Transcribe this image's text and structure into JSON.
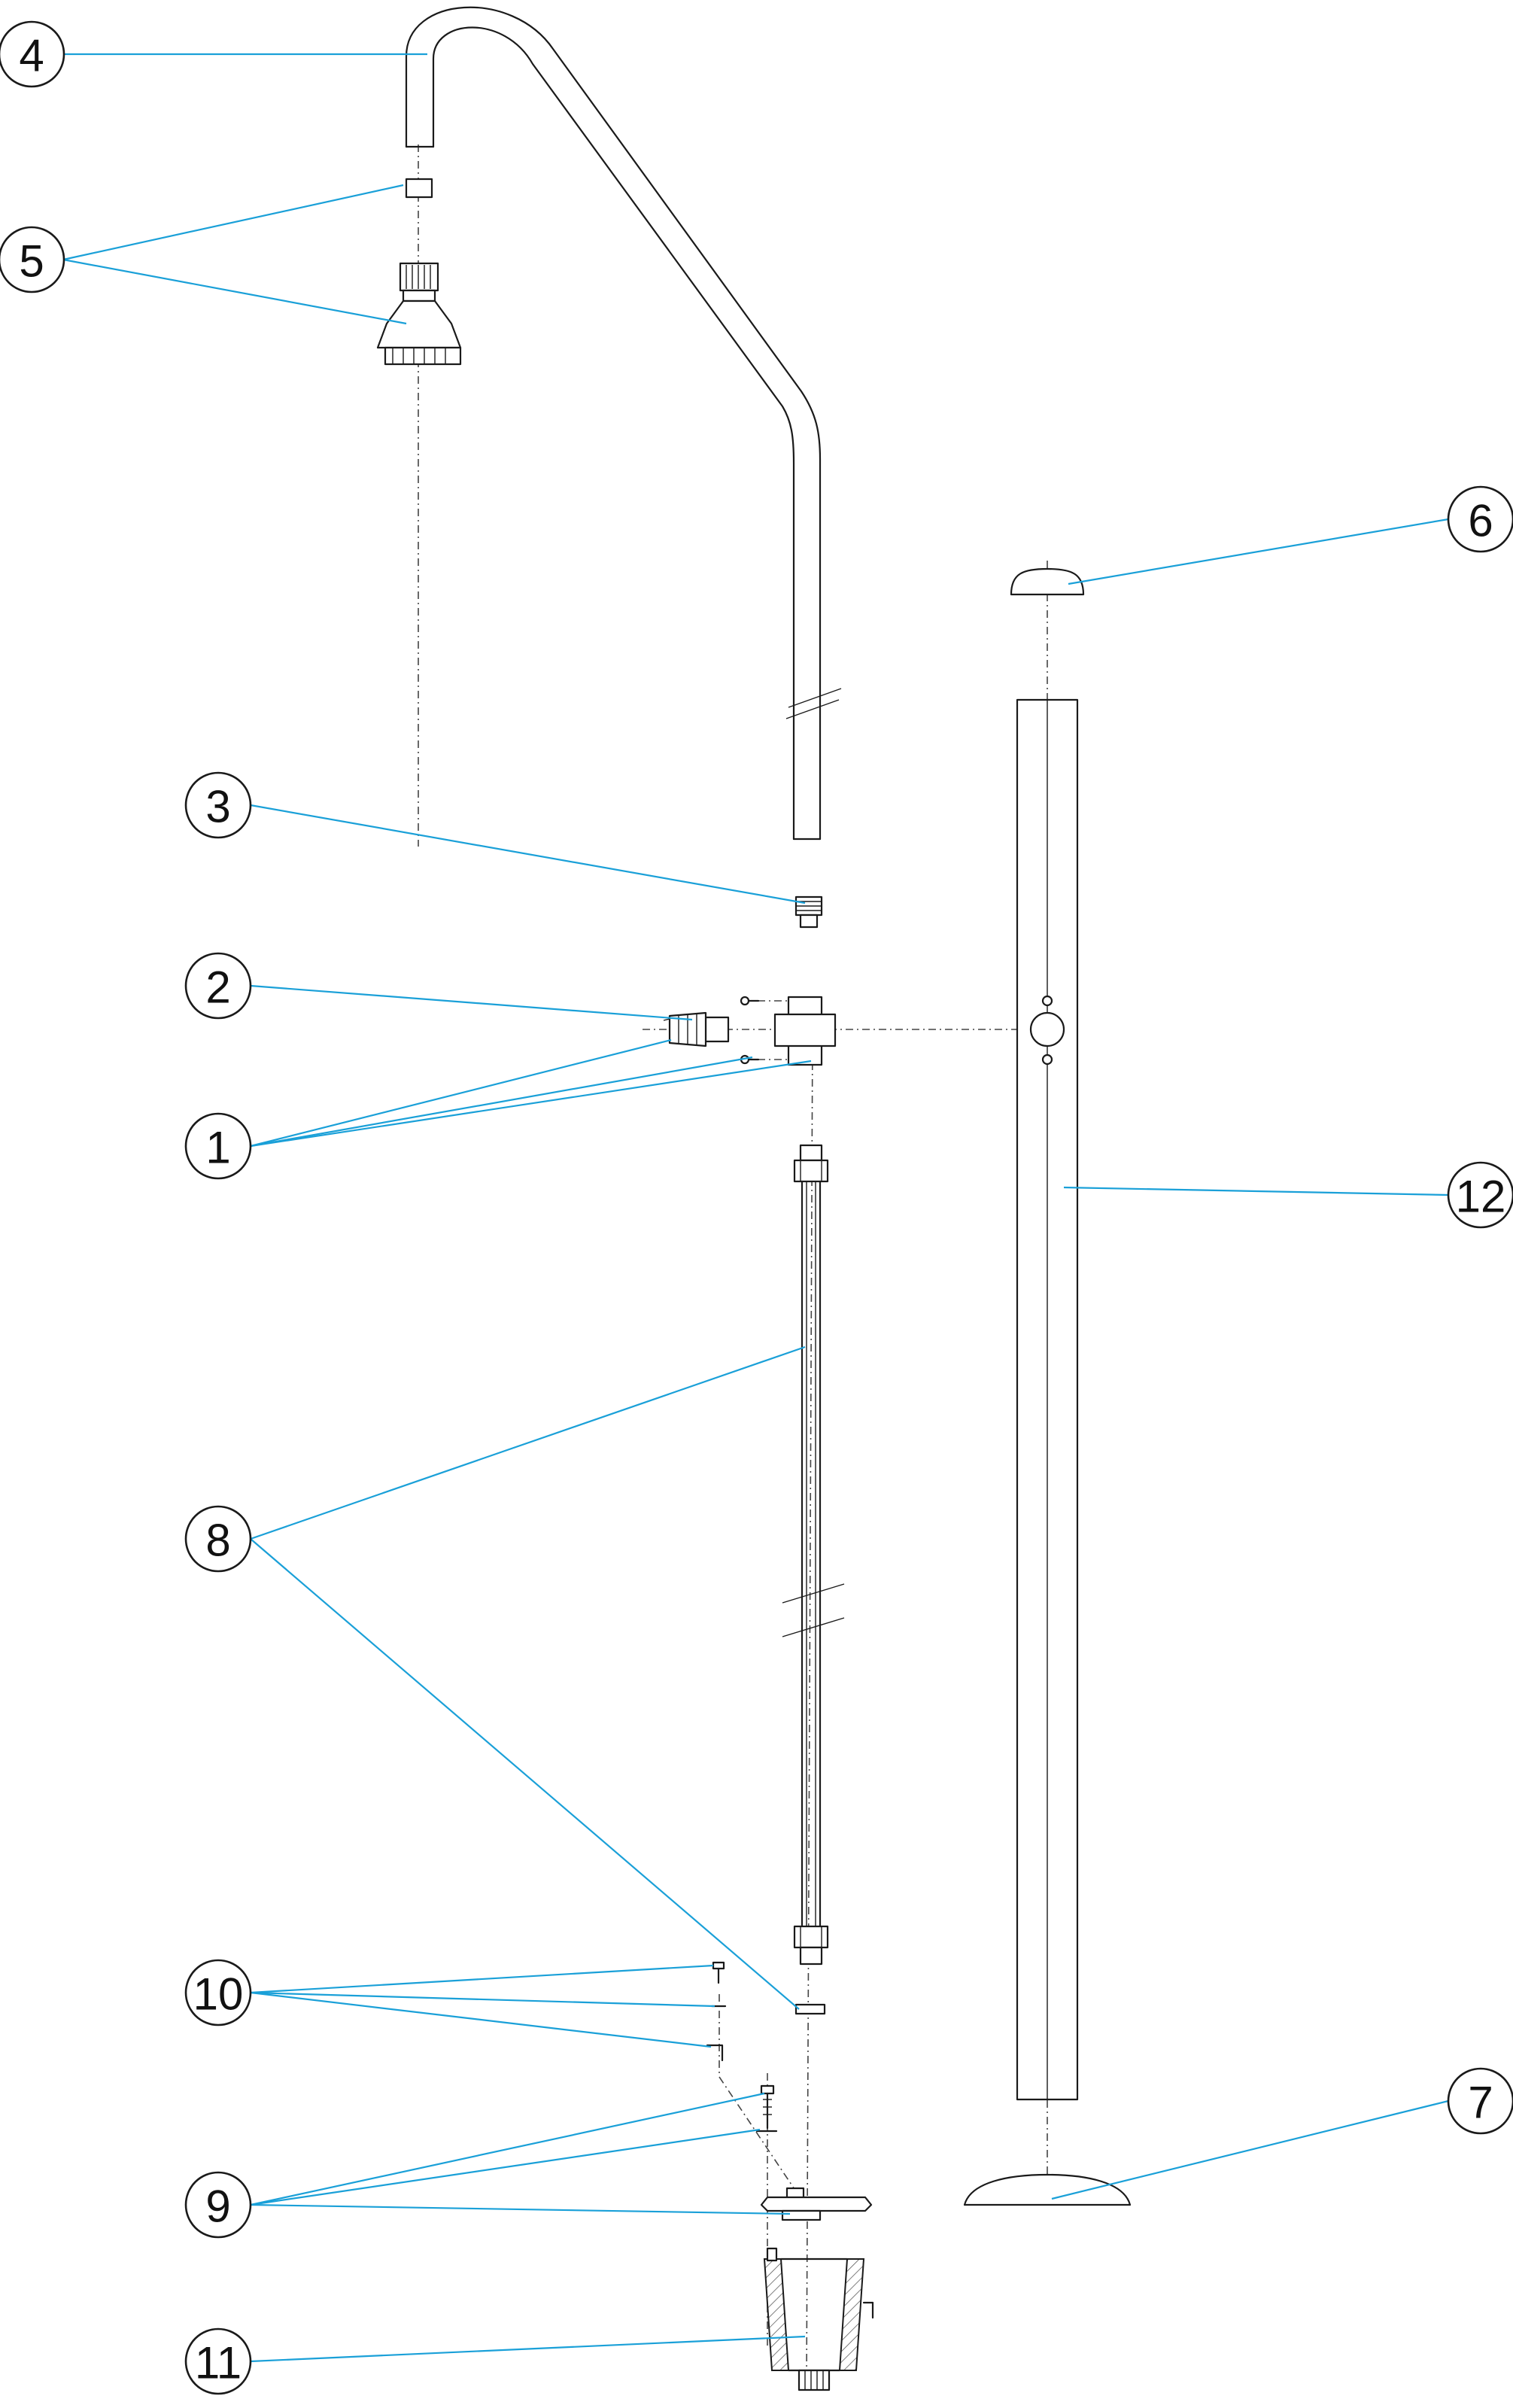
{
  "diagram": {
    "balloons": [
      {
        "id": "b1",
        "label": "1"
      },
      {
        "id": "b2",
        "label": "2"
      },
      {
        "id": "b3",
        "label": "3"
      },
      {
        "id": "b4",
        "label": "4"
      },
      {
        "id": "b5",
        "label": "5"
      },
      {
        "id": "b6",
        "label": "6"
      },
      {
        "id": "b7",
        "label": "7"
      },
      {
        "id": "b8",
        "label": "8"
      },
      {
        "id": "b9",
        "label": "9"
      },
      {
        "id": "b10",
        "label": "10"
      },
      {
        "id": "b11",
        "label": "11"
      },
      {
        "id": "b12",
        "label": "12"
      }
    ],
    "colors": {
      "leader_line": "#1aa0d8",
      "outline": "#1a1a1a",
      "background": "#ffffff"
    }
  }
}
